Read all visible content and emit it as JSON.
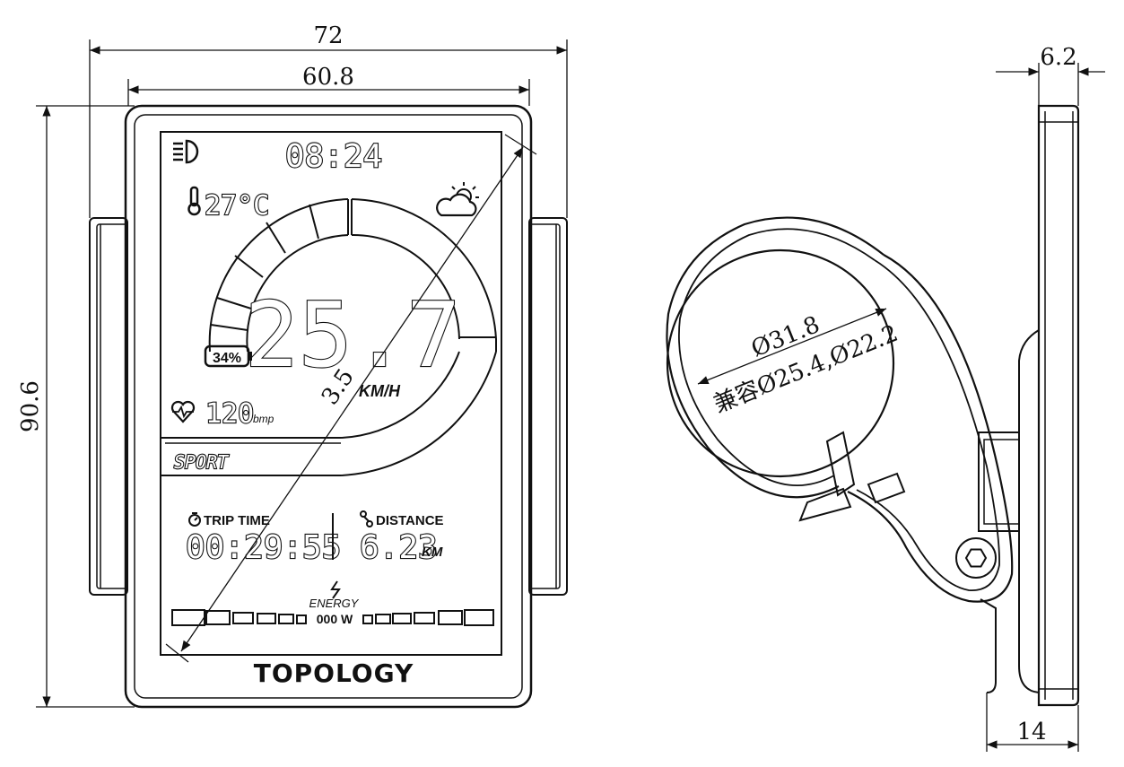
{
  "dimensions": {
    "overall_width": "72",
    "screen_width": "60.8",
    "height": "90.6",
    "diagonal": "3.5",
    "side_depth": "6.2",
    "mount_depth": "14",
    "clamp_diameter": "Ø31.8",
    "clamp_compat": "兼容Ø25.4,Ø22.2"
  },
  "display": {
    "clock": "08:24",
    "temperature": "27°C",
    "speed": "25.7",
    "speed_unit": "KM/H",
    "battery": "34%",
    "heart_rate": "120",
    "heart_unit": "bmp",
    "mode": "SPORT",
    "trip_time_label": "TRIP TIME",
    "trip_time": "00:29:55",
    "distance_label": "DISTANCE",
    "distance": "6.23",
    "distance_unit": "KM",
    "energy_label": "ENERGY",
    "power": "000 W"
  },
  "brand": {
    "logo": "TOPOLOGY"
  },
  "icons": [
    "headlight-icon",
    "thermometer-icon",
    "weather-sun-cloud-icon",
    "battery-icon",
    "heart-rate-icon",
    "stopwatch-icon",
    "route-icon",
    "lightning-icon",
    "hex-bolt-icon"
  ],
  "colors": {
    "line": "#111111",
    "background": "#ffffff"
  }
}
